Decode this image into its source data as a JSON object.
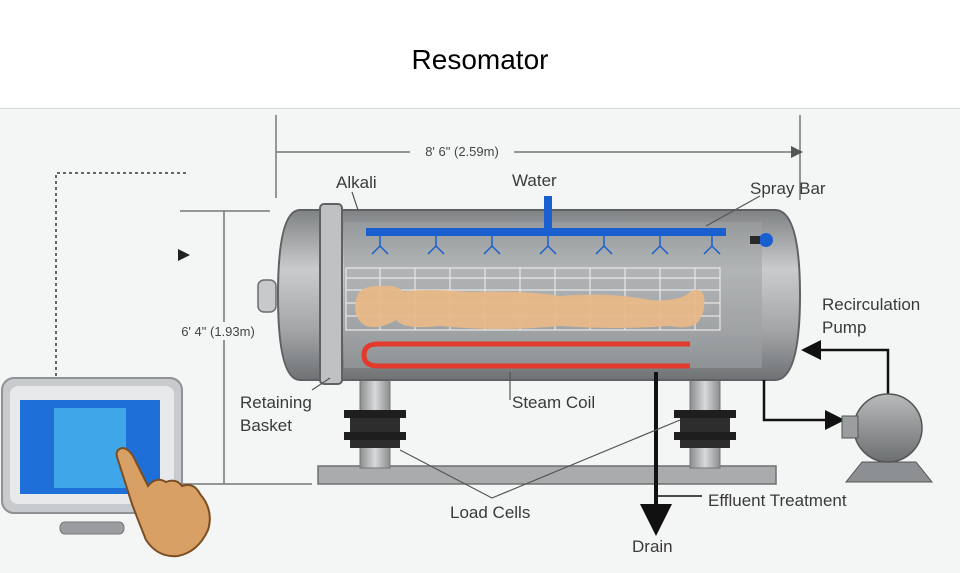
{
  "title": "Resomator",
  "dimensions": {
    "length": "8' 6\" (2.59m)",
    "height": "6' 4\" (1.93m)"
  },
  "labels": {
    "alkali": "Alkali",
    "water": "Water",
    "spray_bar": "Spray Bar",
    "recirculation_pump_line1": "Recirculation",
    "recirculation_pump_line2": "Pump",
    "retaining_basket_line1": "Retaining",
    "retaining_basket_line2": "Basket",
    "steam_coil": "Steam Coil",
    "load_cells": "Load Cells",
    "effluent_treatment": "Effluent Treatment",
    "drain": "Drain"
  },
  "colors": {
    "spray_bar": "#1a5fd0",
    "steam_coil": "#e23a2c",
    "body_fill": "#e8b888",
    "vessel": "#a7a9ab",
    "screen": "#1f6fd8"
  },
  "icons": {
    "control_panel": "touchscreen-monitor-icon",
    "hand": "pointing-hand-icon",
    "pump": "pump-icon"
  }
}
